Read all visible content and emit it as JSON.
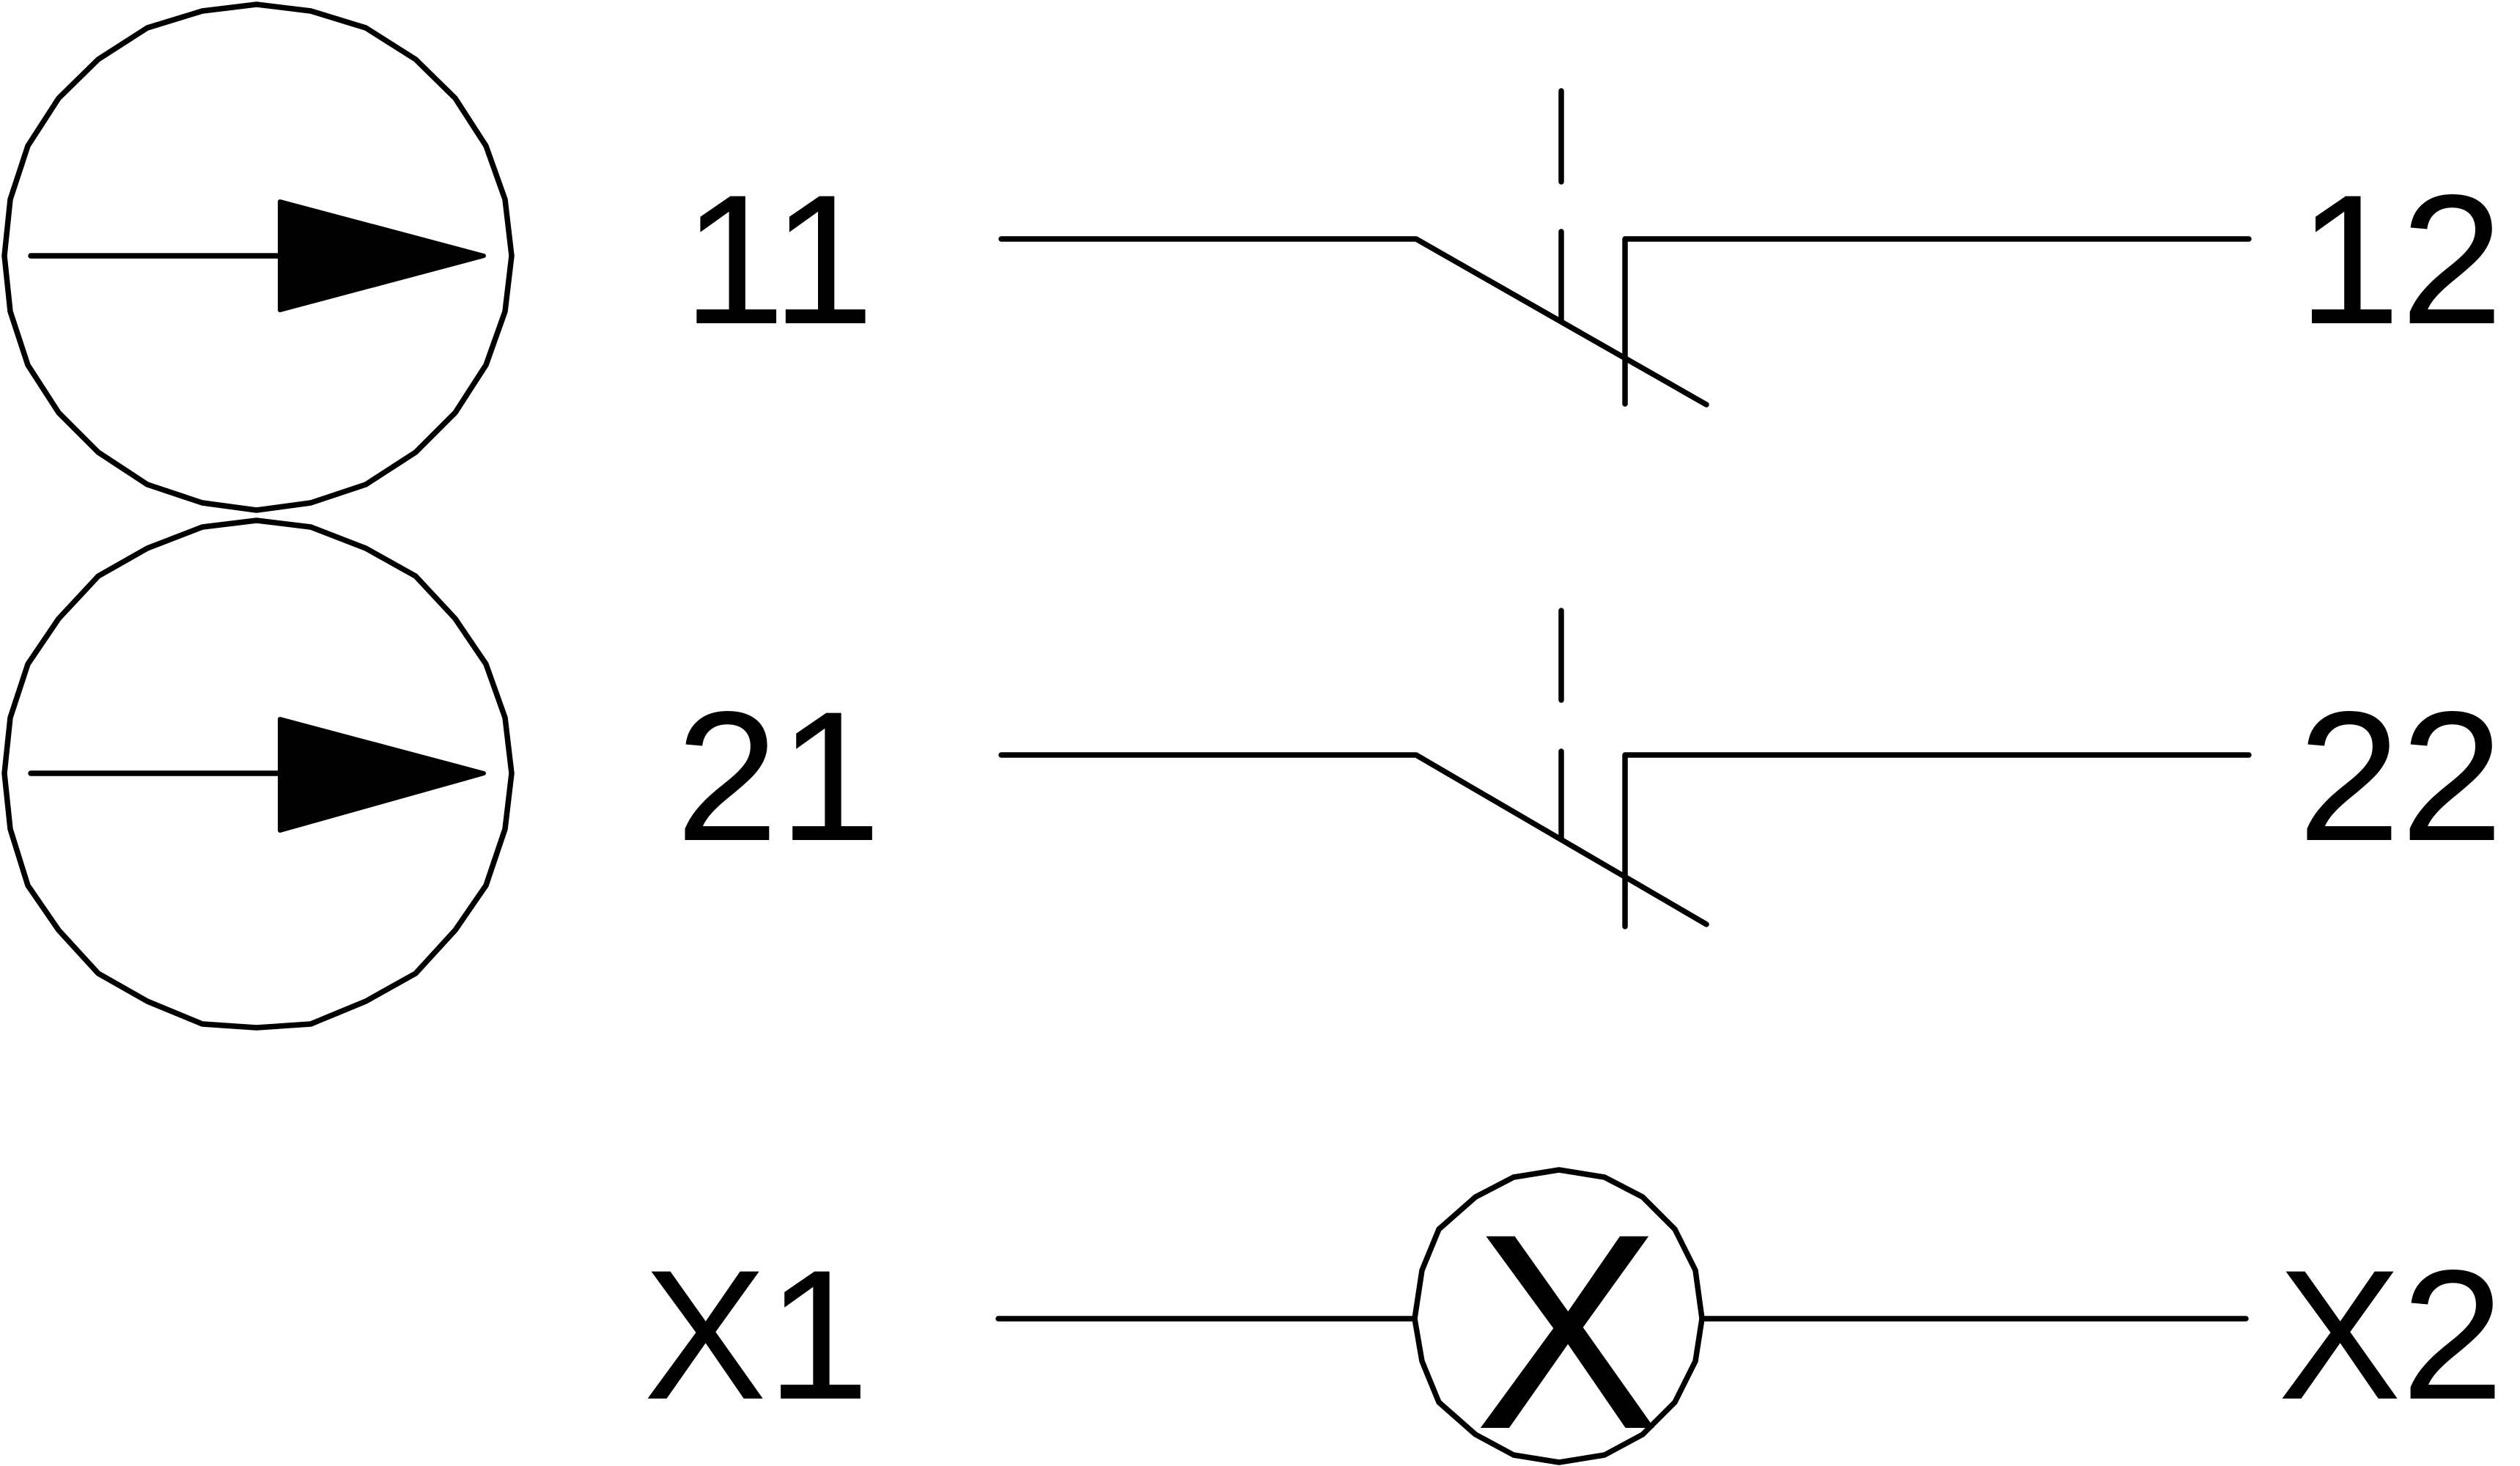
{
  "diagram": {
    "contact_1": {
      "in_terminal": "11",
      "out_terminal": "12"
    },
    "contact_2": {
      "in_terminal": "21",
      "out_terminal": "22"
    },
    "lamp": {
      "in_terminal": "X1",
      "out_terminal": "X2",
      "symbol": "X"
    }
  }
}
